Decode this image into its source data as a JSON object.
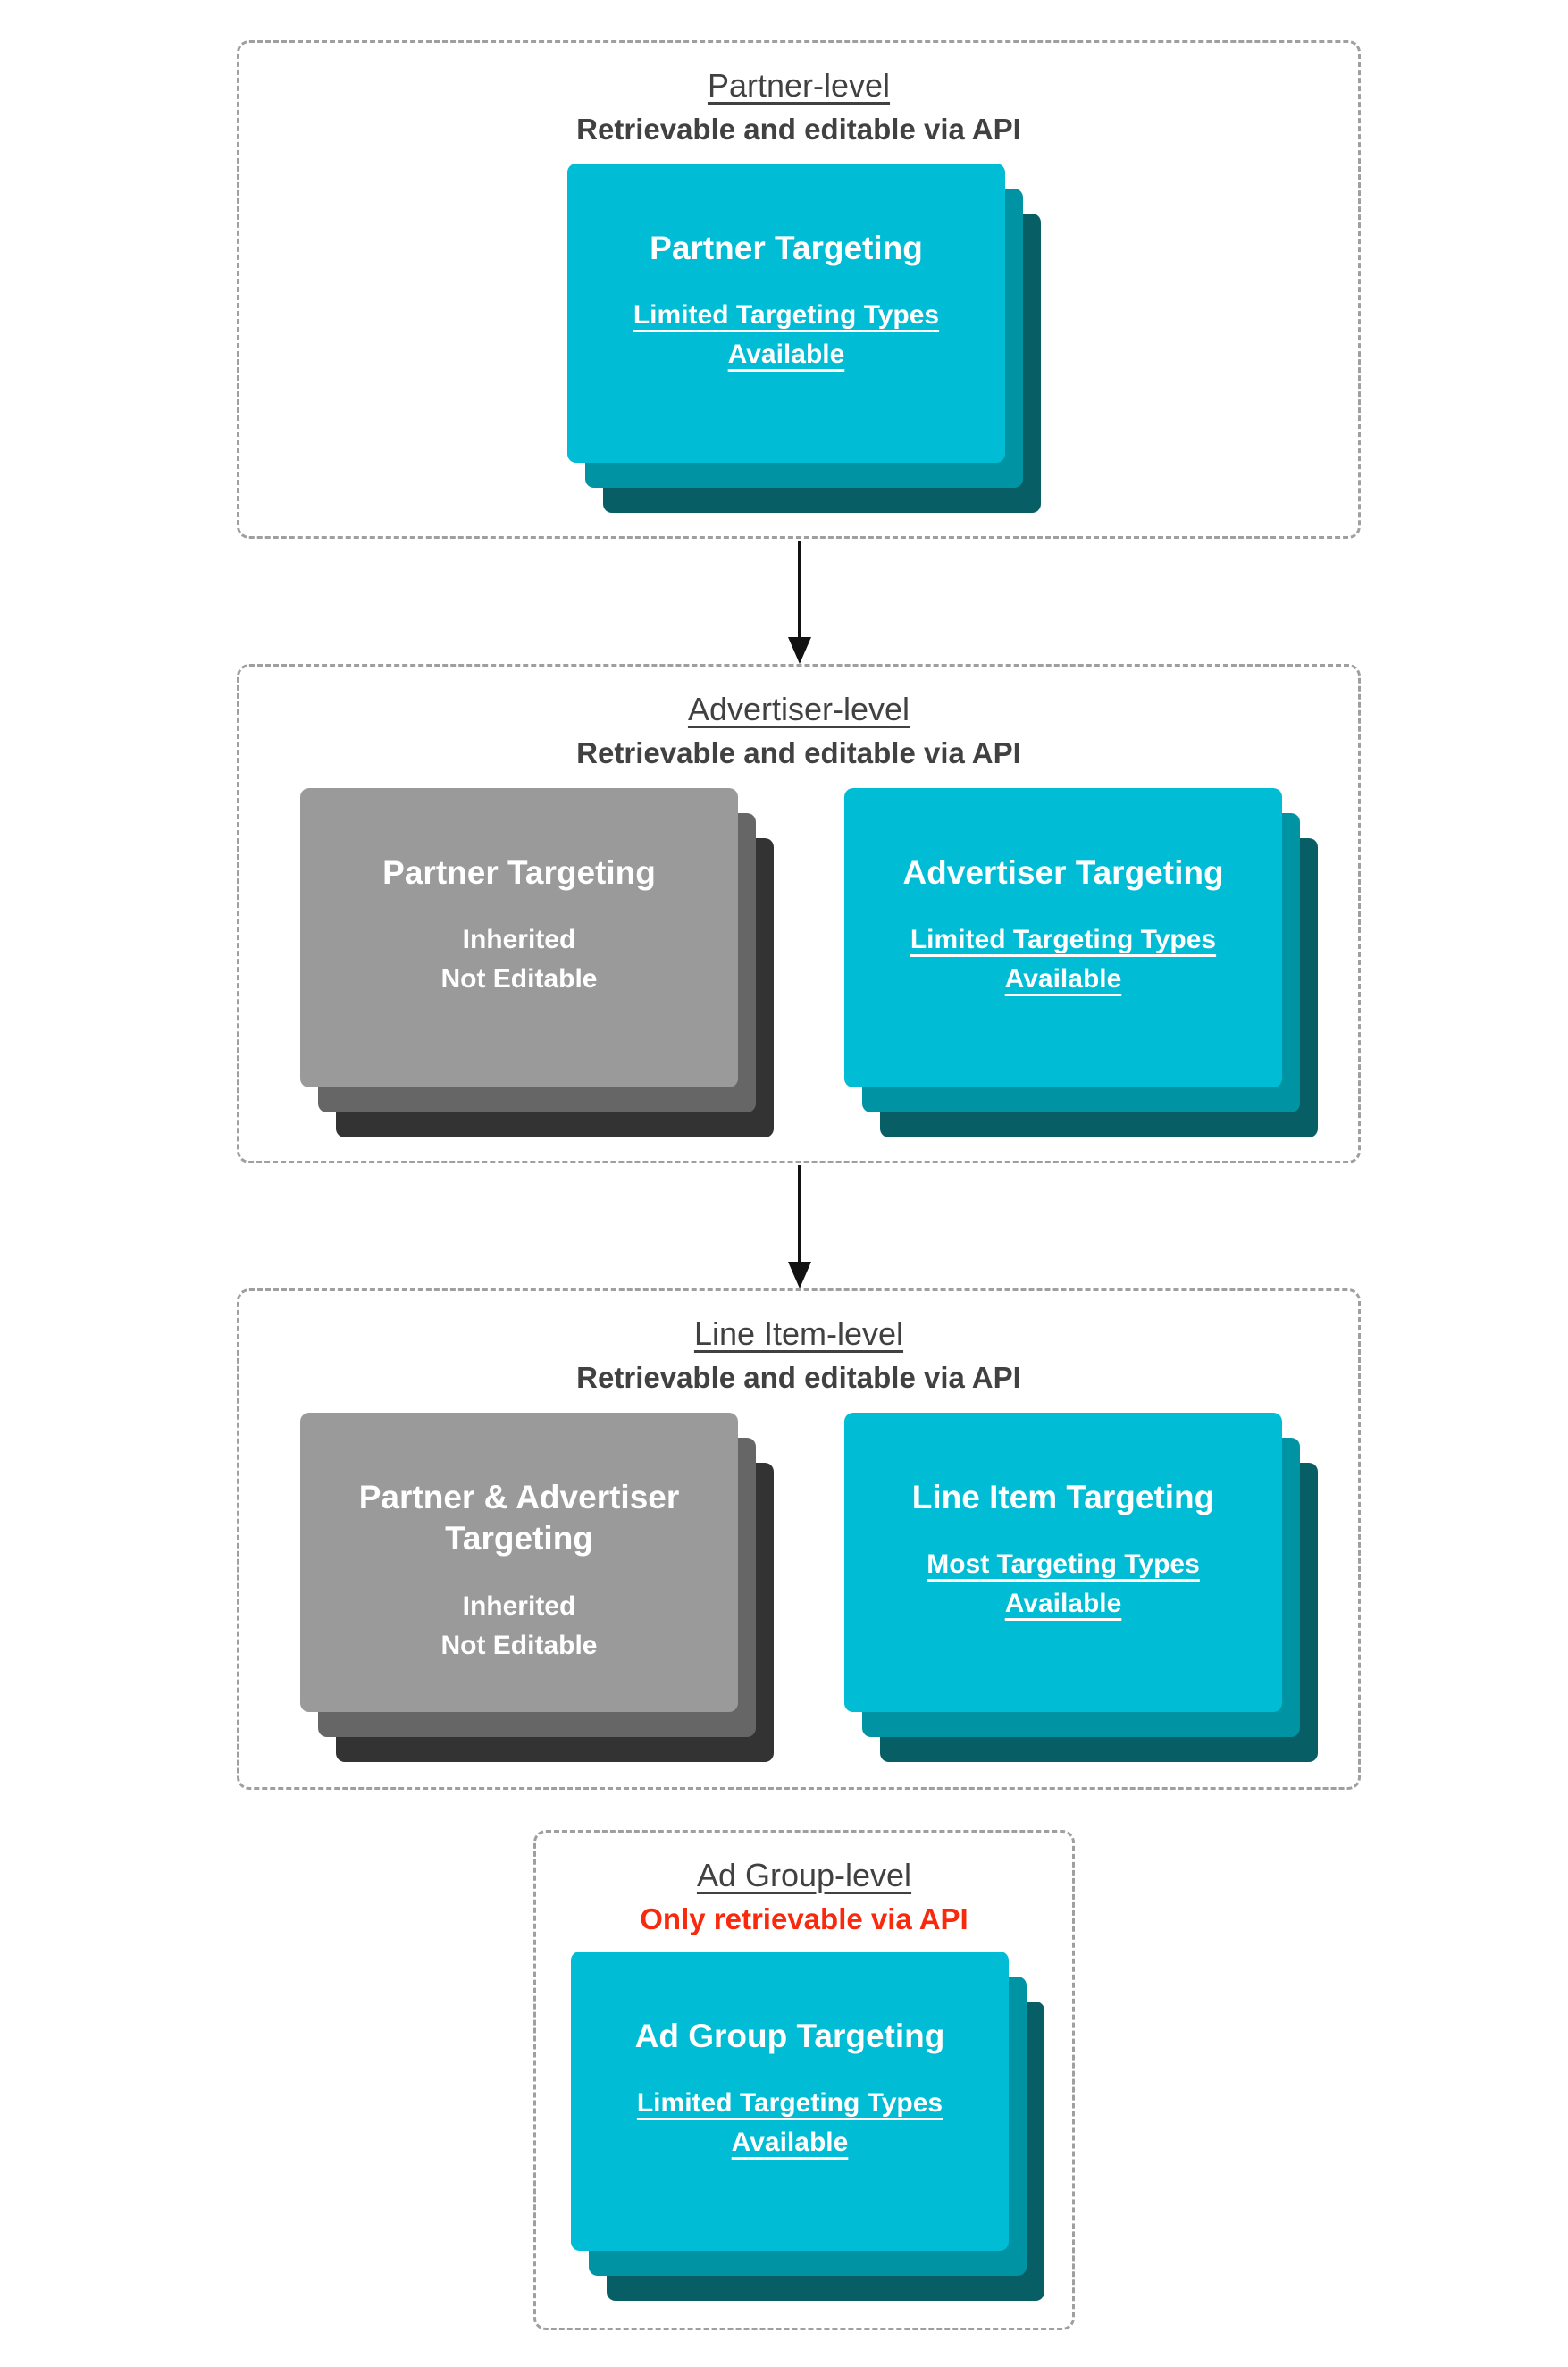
{
  "colors": {
    "cyan_card": "#00bcd4",
    "cyan_shadow_mid": "#0093a3",
    "cyan_shadow_back": "#075e65",
    "gray_card": "#9a9a9a",
    "gray_shadow_mid": "#666666",
    "gray_shadow_back": "#333333",
    "heading_text": "#414141",
    "red_subtitle": "#f8290d",
    "card_text": "#ffffff",
    "dashed_border": "#9f9f9f",
    "arrow": "#121212"
  },
  "sections": [
    {
      "id": "partner-level",
      "title": "Partner-level",
      "subtitle": "Retrievable and editable via API",
      "subtitle_style": "dark",
      "stacks": [
        {
          "variant": "cyan",
          "title": "Partner Targeting",
          "body_lines": [
            "Limited Targeting Types",
            "Available"
          ],
          "body_underlined": true
        }
      ]
    },
    {
      "id": "advertiser-level",
      "title": "Advertiser-level",
      "subtitle": "Retrievable and editable via API",
      "subtitle_style": "dark",
      "stacks": [
        {
          "variant": "gray",
          "title": "Partner Targeting",
          "body_lines": [
            "Inherited",
            "Not Editable"
          ],
          "body_underlined": false
        },
        {
          "variant": "cyan",
          "title": "Advertiser Targeting",
          "body_lines": [
            "Limited Targeting Types",
            "Available"
          ],
          "body_underlined": true
        }
      ]
    },
    {
      "id": "line-item-level",
      "title": "Line Item-level",
      "subtitle": "Retrievable and editable via API",
      "subtitle_style": "dark",
      "stacks": [
        {
          "variant": "gray",
          "title": "Partner & Advertiser Targeting",
          "body_lines": [
            "Inherited",
            "Not Editable"
          ],
          "body_underlined": false
        },
        {
          "variant": "cyan",
          "title": "Line Item Targeting",
          "body_lines": [
            "Most Targeting Types",
            "Available"
          ],
          "body_underlined": true
        }
      ]
    },
    {
      "id": "ad-group-level",
      "title": "Ad Group-level",
      "subtitle": "Only retrievable via API",
      "subtitle_style": "red",
      "stacks": [
        {
          "variant": "cyan",
          "title": "Ad Group Targeting",
          "body_lines": [
            "Limited Targeting Types",
            "Available"
          ],
          "body_underlined": true
        }
      ]
    }
  ]
}
